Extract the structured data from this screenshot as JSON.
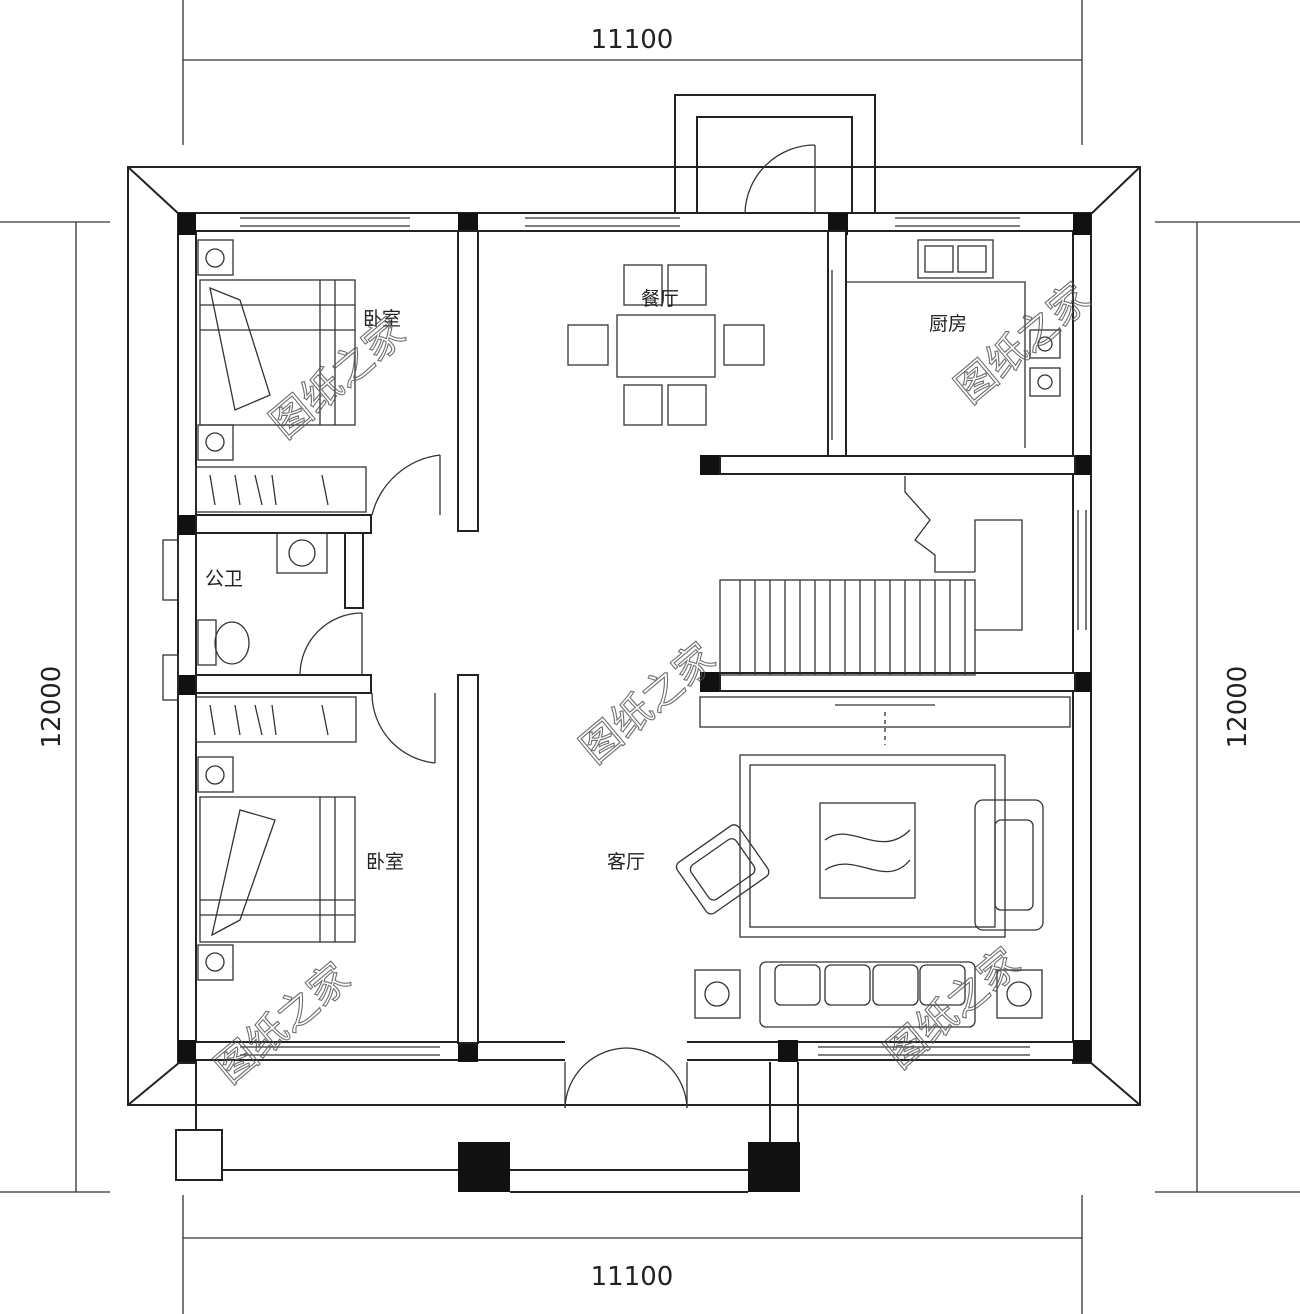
{
  "dimensions": {
    "top_width": "11100",
    "bottom_width": "11100",
    "left_height": "12000",
    "right_height": "12000"
  },
  "rooms": {
    "bedroom_top": "卧室",
    "bedroom_bottom": "卧室",
    "dining": "餐厅",
    "kitchen": "厨房",
    "bathroom": "公卫",
    "living": "客厅"
  },
  "watermark": "图纸之家"
}
